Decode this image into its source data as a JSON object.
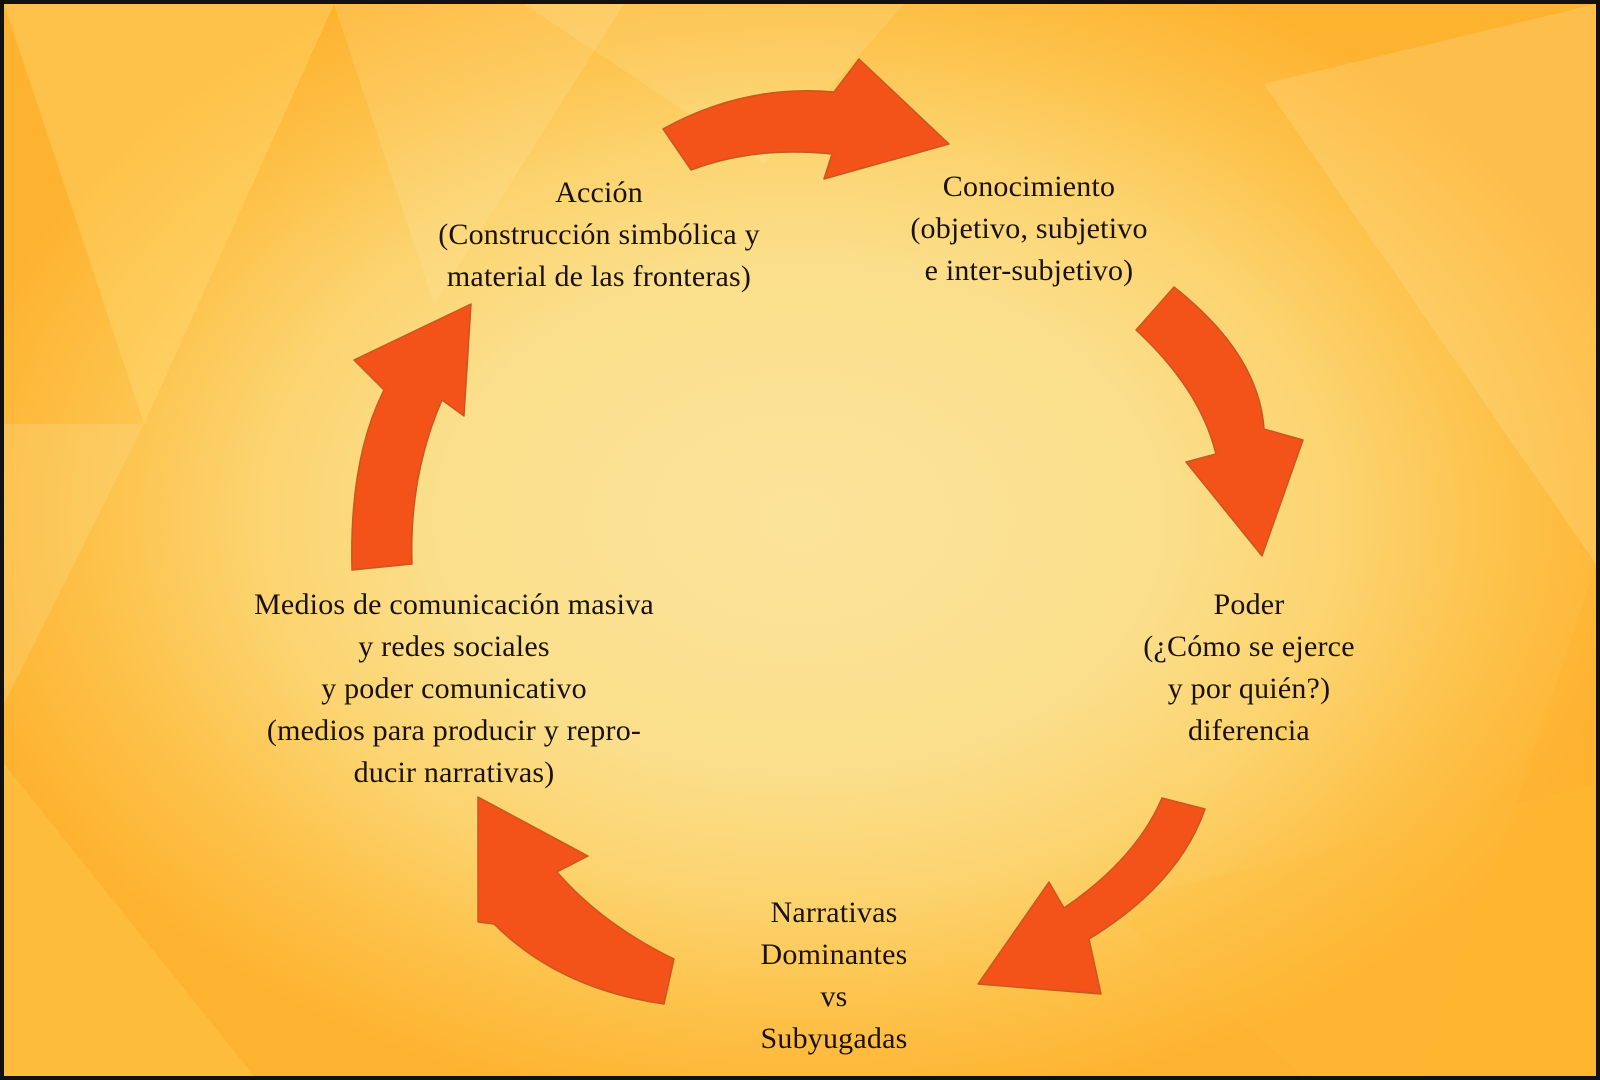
{
  "colors": {
    "arrow": "#f35219",
    "background_center": "#fbe39a",
    "background_edge": "#feb330",
    "text": "#1a120a",
    "frame": "#111111"
  },
  "nodes": {
    "accion": {
      "lines": [
        "Acción",
        "(Construcción simbólica y",
        "material de las fronteras)"
      ]
    },
    "conocimiento": {
      "lines": [
        "Conocimiento",
        "(objetivo, subjetivo",
        "e inter-subjetivo)"
      ]
    },
    "poder": {
      "lines": [
        "Poder",
        "(¿Cómo se ejerce",
        "y por quién?)",
        "diferencia"
      ]
    },
    "narrativas": {
      "lines": [
        "Narrativas",
        "Dominantes",
        "vs",
        "Subyugadas"
      ]
    },
    "medios": {
      "lines": [
        "Medios de comunicación masiva",
        "y redes sociales",
        "y poder comunicativo",
        "(medios para producir y repro-",
        "ducir narrativas)"
      ]
    }
  },
  "arrows": [
    {
      "from": "accion",
      "to": "conocimiento"
    },
    {
      "from": "conocimiento",
      "to": "poder"
    },
    {
      "from": "poder",
      "to": "narrativas"
    },
    {
      "from": "narrativas",
      "to": "medios"
    },
    {
      "from": "medios",
      "to": "accion"
    }
  ]
}
